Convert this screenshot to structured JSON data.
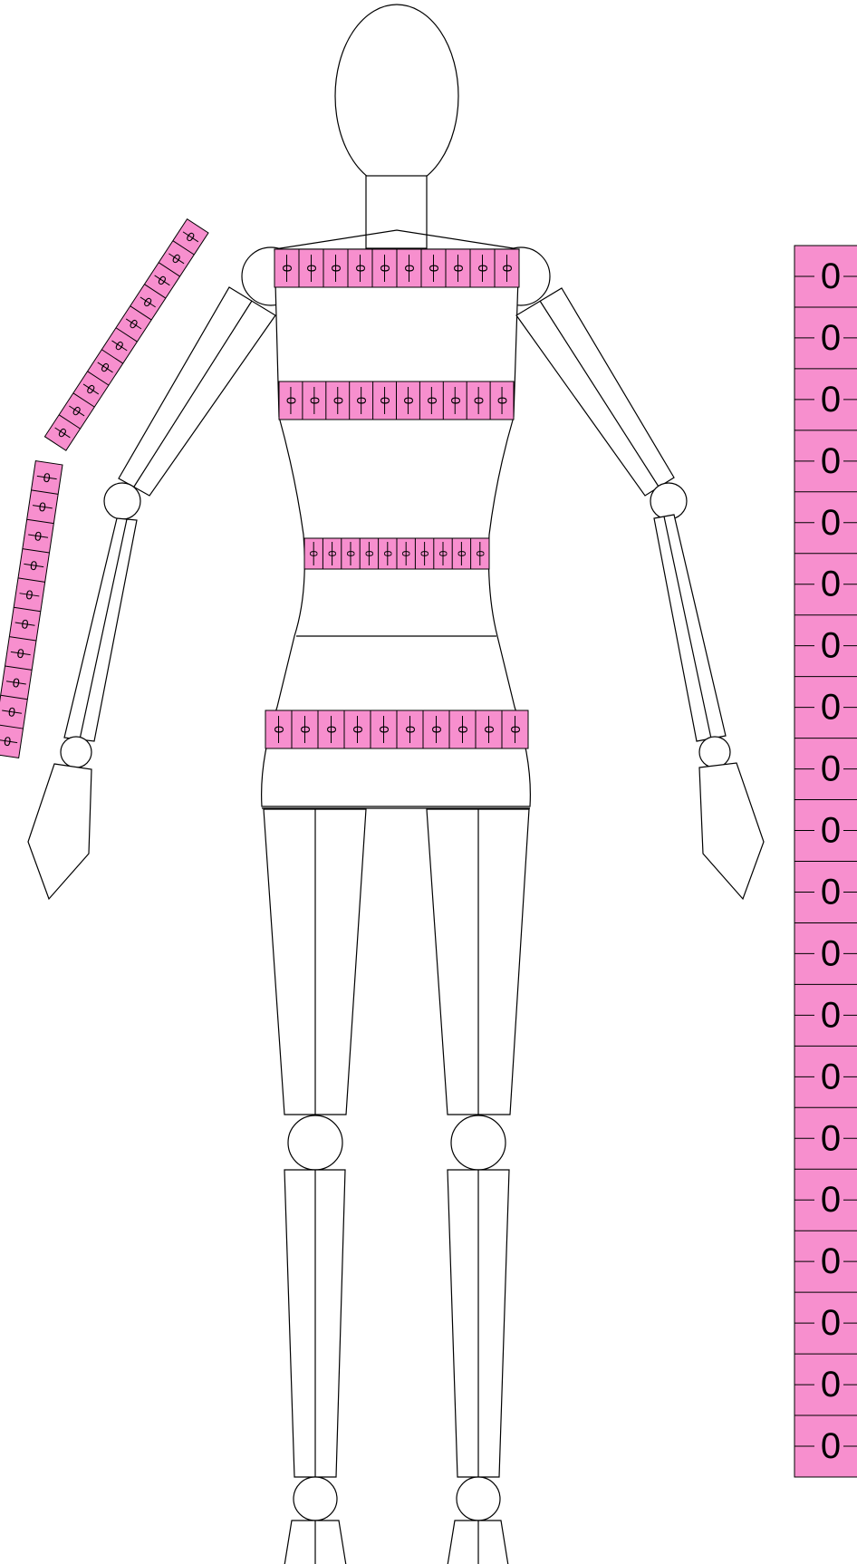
{
  "colors": {
    "tape_fill": "#f78fce",
    "outline": "#000000",
    "background": "#ffffff"
  },
  "tapes": {
    "vertical_ruler": {
      "label": "0",
      "count": 20
    },
    "shoulder": {
      "label": "0",
      "count": 10
    },
    "chest": {
      "label": "0",
      "count": 10
    },
    "waist": {
      "label": "0",
      "count": 10
    },
    "hip": {
      "label": "0",
      "count": 10
    },
    "upper_arm": {
      "label": "0",
      "count": 10
    },
    "forearm": {
      "label": "0",
      "count": 10
    }
  }
}
